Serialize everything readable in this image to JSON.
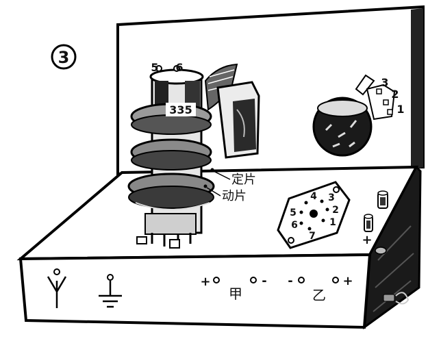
{
  "figure": {
    "number_badge": "3",
    "coil": {
      "top_pins": [
        "5",
        "6"
      ],
      "printed_code": "335",
      "fixed_plate_label": "定片",
      "moving_plate_label": "动片"
    },
    "switch": {
      "positions": [
        "3",
        "2",
        "1"
      ]
    },
    "tube_socket": {
      "pin_numbers": [
        "4",
        "3",
        "5",
        "2",
        "6",
        "1",
        "7"
      ]
    },
    "front_panel": {
      "antenna_icon": "antenna-icon",
      "ground_icon": "ground-icon",
      "jia_plus": "+",
      "jia_label": "甲",
      "jia_minus": "-",
      "yi_minus": "-",
      "yi_label": "乙",
      "yi_plus": "+"
    },
    "side_terminal_plus": "+"
  }
}
